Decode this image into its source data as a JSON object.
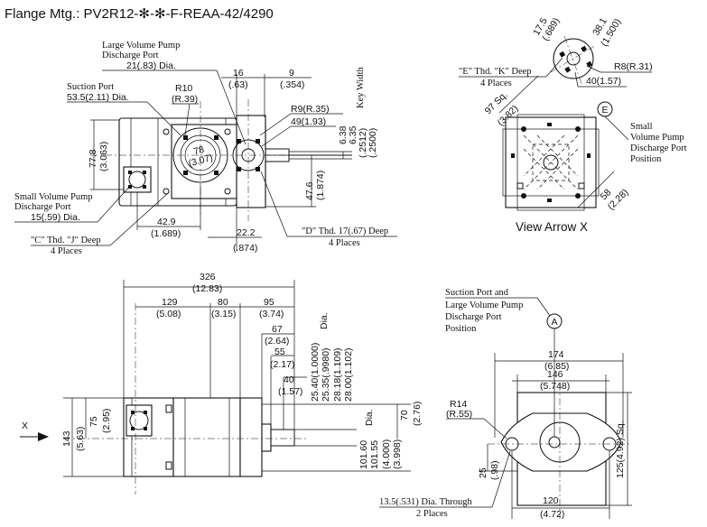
{
  "title": "Flange Mtg.: PV2R12-✻-✻-F-REAA-42/4290",
  "view_arrow_label": "View Arrow X",
  "x_marker": "X",
  "circle_a": "A",
  "circle_e": "E",
  "center_circle": {
    "line1": "78",
    "line2": "(3.07)"
  },
  "notes": {
    "large_volume_top": [
      "Large Volume Pump",
      "Discharge Port",
      "21(.83) Dia."
    ],
    "suction_port": [
      "Suction Port",
      "53.5(2.11) Dia."
    ],
    "small_volume": [
      "Small Volume Pump",
      "Discharge Port",
      "15(.59) Dia."
    ],
    "c_thd": [
      "\"C\" Thd. \"J\" Deep",
      "4 Places"
    ],
    "d_thd": [
      "\"D\" Thd. 17(.67) Deep",
      "4 Places"
    ],
    "e_thd": [
      "\"E\" Thd. \"K\" Deep",
      "4 Places"
    ],
    "small_volume_right": [
      "Small",
      "Volume Pump",
      "Discharge Port",
      "Position"
    ],
    "suction_bottom": [
      "Suction Port and",
      "Large Volume Pump",
      "Discharge Port",
      "Position"
    ],
    "dia_through": [
      "13.5(.531) Dia. Through",
      "2 Places"
    ],
    "key_width": "Key Width"
  },
  "dims": {
    "r10": [
      "R10",
      "(R.39)"
    ],
    "d16": [
      "16",
      "(.63)"
    ],
    "d9": [
      "9",
      "(.354)"
    ],
    "r9": "R9(R.35)",
    "d49": "49(1.93)",
    "d77": [
      "77.8",
      "(3.063)"
    ],
    "d638": [
      "6.38",
      "6.35"
    ],
    "d2512": [
      "(.2512)",
      "(.2500)"
    ],
    "d476": [
      "47.6",
      "(1.874)"
    ],
    "d429": [
      "42.9",
      "(1.689)"
    ],
    "d222": [
      "22.2",
      "(.874)"
    ],
    "d175": [
      "17.5",
      "(.689)"
    ],
    "d381": [
      "38.1",
      "(1.500)"
    ],
    "r8": "R8(R.31)",
    "d40r": "40(1.57)",
    "d97": [
      "97 Sq.",
      "(3.82)"
    ],
    "d58": [
      "58",
      "(2.28)"
    ],
    "d326": [
      "326",
      "(12.83)"
    ],
    "d129": [
      "129",
      "(5.08)"
    ],
    "d80": [
      "80",
      "(3.15)"
    ],
    "d95": [
      "95",
      "(3.74)"
    ],
    "d67": [
      "67",
      "(2.64)"
    ],
    "d55": [
      "55",
      "(2.17)"
    ],
    "d40": [
      "40",
      "(1.57)"
    ],
    "shaft": [
      "25.40(1.0000)",
      "25.35(.9980)",
      "28.18(1.109)",
      "28.00(1.102)",
      "Dia."
    ],
    "pilot": [
      "101.60",
      "101.55",
      "(4.000)",
      "(3.998)",
      "Dia."
    ],
    "d143": [
      "143",
      "(5.63)"
    ],
    "d75": [
      "75",
      "(2.95)"
    ],
    "d70": [
      "70",
      "(2.76)"
    ],
    "d174": [
      "174",
      "(6.85)"
    ],
    "d146": [
      "146",
      "(5.748)"
    ],
    "r14": [
      "R14",
      "(R.55)"
    ],
    "d25": [
      "25",
      "(.98)"
    ],
    "d125": "125(4.92) Sq.",
    "d120": [
      "120",
      "(4.72)"
    ]
  }
}
